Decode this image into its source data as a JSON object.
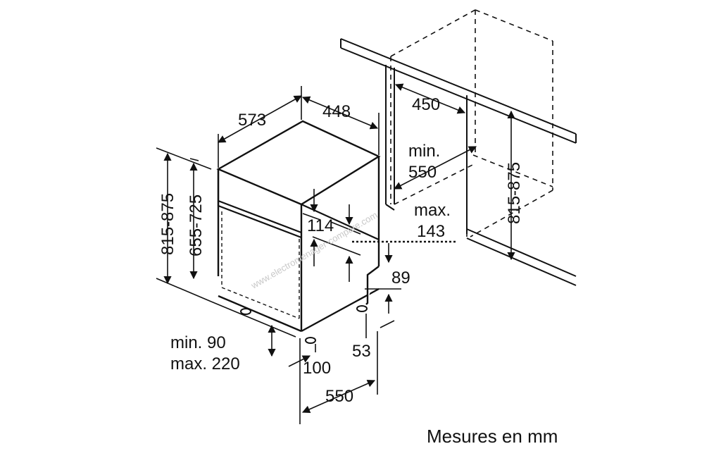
{
  "labels": {
    "depth_573": "573",
    "width_448": "448",
    "niche_width": "450",
    "niche_min_label": "min.",
    "niche_min_value": "550",
    "height_range_left": "815-875",
    "height_range_inner": "655-725",
    "panel_114": "114",
    "max_label": "max.",
    "max_value": "143",
    "plinth_89": "89",
    "plinth_53": "53",
    "plinth_min": "min. 90",
    "plinth_max": "max. 220",
    "dim_100": "100",
    "depth_550": "550",
    "height_range_right": "815-875"
  },
  "caption": "Mesures en mm",
  "watermark": "www.electromenager-compare.com",
  "colors": {
    "line": "#111111",
    "background": "#ffffff",
    "watermark": "#c8c8c8"
  }
}
